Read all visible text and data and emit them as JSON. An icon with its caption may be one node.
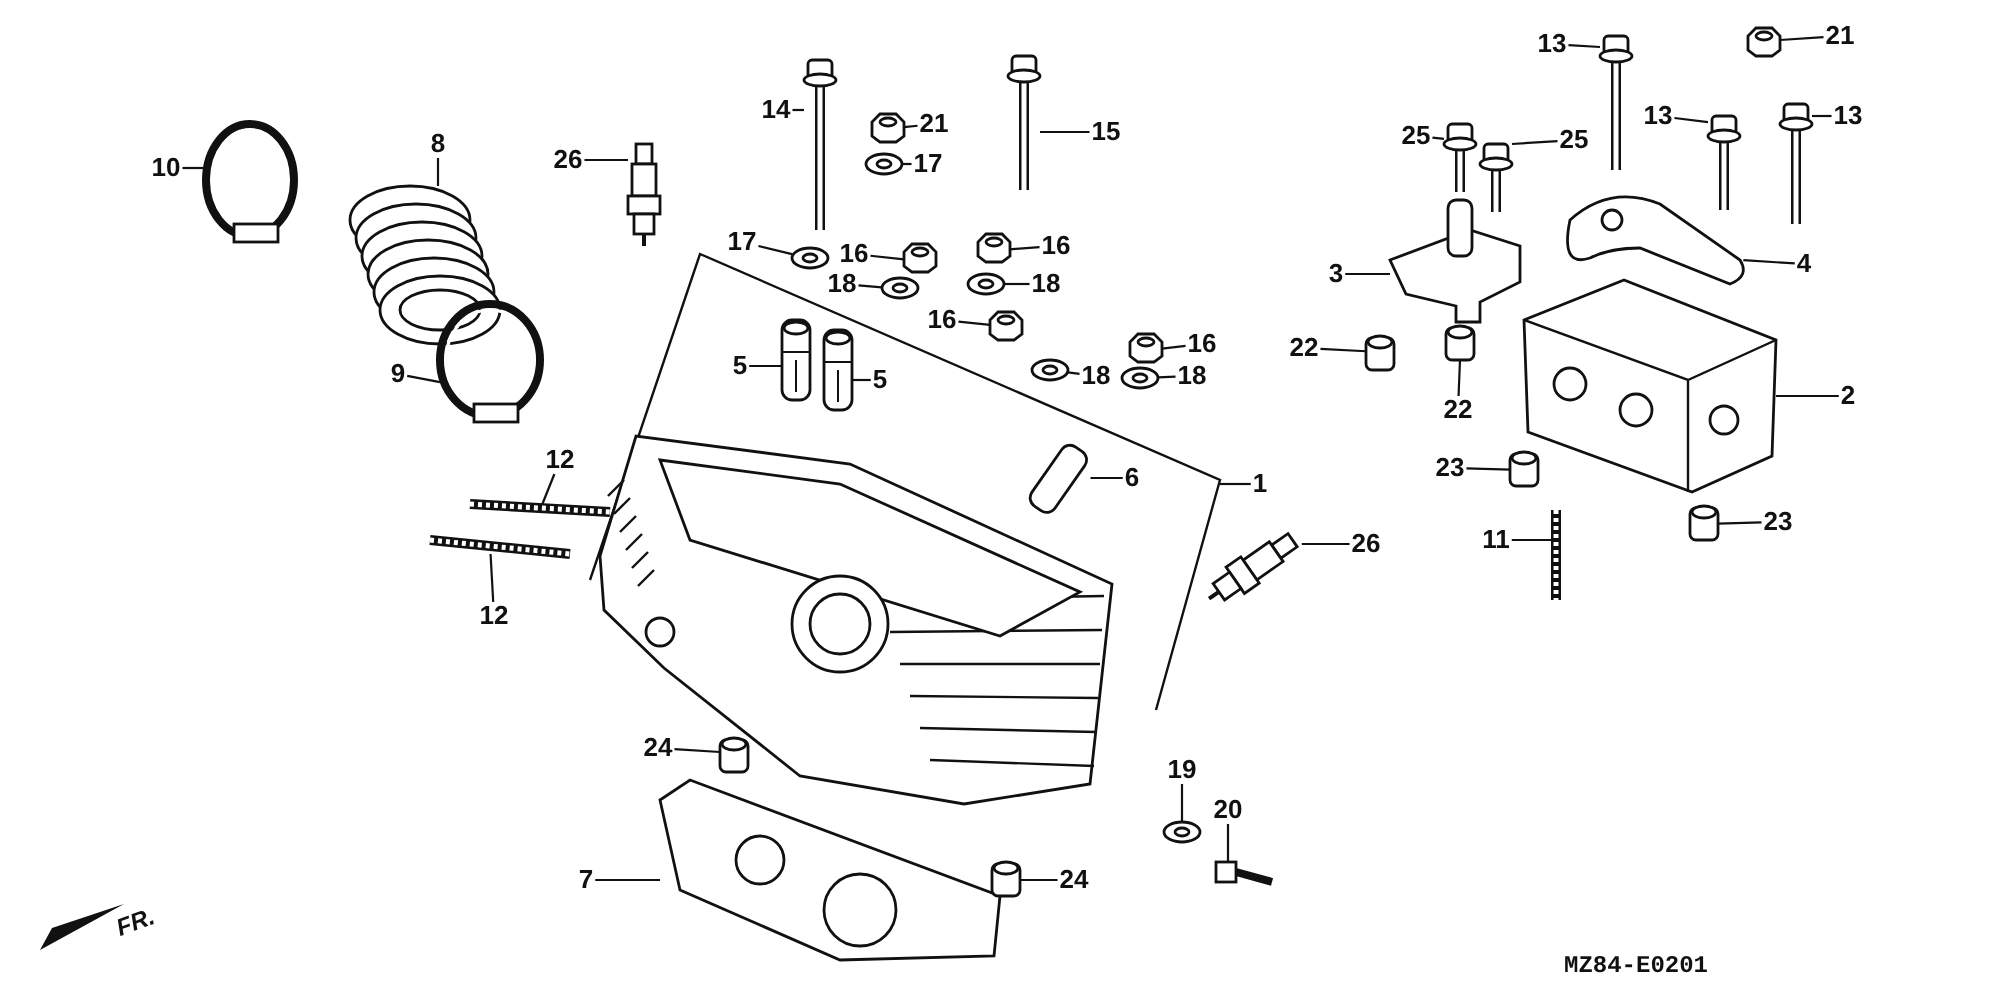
{
  "diagram": {
    "nodes": [
      {
        "text": [
          "10"
        ]
      },
      {
        "text": [
          "8"
        ]
      },
      {
        "text": [
          "26"
        ]
      },
      {
        "text": [
          "14"
        ]
      },
      {
        "text": [
          "21"
        ]
      },
      {
        "text": [
          "17"
        ]
      },
      {
        "text": [
          "15"
        ]
      },
      {
        "text": [
          "17"
        ]
      },
      {
        "text": [
          "16"
        ]
      },
      {
        "text": [
          "18"
        ]
      },
      {
        "text": [
          "16"
        ]
      },
      {
        "text": [
          "18"
        ]
      },
      {
        "text": [
          "16"
        ]
      },
      {
        "text": [
          "16"
        ]
      },
      {
        "text": [
          "18"
        ]
      },
      {
        "text": [
          "18"
        ]
      },
      {
        "text": [
          "5"
        ]
      },
      {
        "text": [
          "5"
        ]
      },
      {
        "text": [
          "9"
        ]
      },
      {
        "text": [
          "6"
        ]
      },
      {
        "text": [
          "1"
        ]
      },
      {
        "text": [
          "12"
        ]
      },
      {
        "text": [
          "12"
        ]
      },
      {
        "text": [
          "26"
        ]
      },
      {
        "text": [
          "24"
        ]
      },
      {
        "text": [
          "7"
        ]
      },
      {
        "text": [
          "24"
        ]
      },
      {
        "text": [
          "19"
        ]
      },
      {
        "text": [
          "20"
        ]
      },
      {
        "text": [
          "13"
        ]
      },
      {
        "text": [
          "21"
        ]
      },
      {
        "text": [
          "25"
        ]
      },
      {
        "text": [
          "25"
        ]
      },
      {
        "text": [
          "13"
        ]
      },
      {
        "text": [
          "13"
        ]
      },
      {
        "text": [
          "3"
        ]
      },
      {
        "text": [
          "4"
        ]
      },
      {
        "text": [
          "22"
        ]
      },
      {
        "text": [
          "22"
        ]
      },
      {
        "text": [
          "2"
        ]
      },
      {
        "text": [
          "23"
        ]
      },
      {
        "text": [
          "11"
        ]
      },
      {
        "text": [
          "23"
        ]
      },
      {
        "text": [],
        "shape": "picture"
      },
      {
        "text": [],
        "shape": "picture"
      },
      {
        "text": [],
        "shape": "picture"
      },
      {
        "text": [],
        "shape": "picture"
      },
      {
        "text": [],
        "shape": "picture"
      },
      {
        "text": [],
        "shape": "picture"
      },
      {
        "text": [],
        "shape": "picture"
      },
      {
        "text": [],
        "shape": "picture"
      },
      {
        "text": [],
        "shape": "picture"
      },
      {
        "text": [],
        "shape": "picture"
      },
      {
        "text": [],
        "shape": "picture"
      },
      {
        "text": [],
        "shape": "picture"
      },
      {
        "text": [],
        "shape": "picture"
      },
      {
        "text": [],
        "shape": "picture"
      },
      {
        "text": [],
        "shape": "picture"
      },
      {
        "text": [],
        "shape": "picture"
      },
      {
        "text": [],
        "shape": "picture"
      },
      {
        "text": [],
        "shape": "picture"
      },
      {
        "text": [],
        "shape": "picture"
      },
      {
        "text": [],
        "shape": "picture"
      },
      {
        "text": [],
        "shape": "picture"
      },
      {
        "text": [],
        "shape": "picture"
      },
      {
        "text": [],
        "shape": "picture"
      },
      {
        "text": [],
        "shape": "picture"
      },
      {
        "text": [],
        "shape": "picture"
      },
      {
        "text": [],
        "shape": "picture"
      },
      {
        "text": [],
        "shape": "picture"
      },
      {
        "text": [],
        "shape": "picture"
      },
      {
        "text": [],
        "shape": "picture"
      },
      {
        "text": [],
        "shape": "picture"
      },
      {
        "text": [],
        "shape": "picture"
      },
      {
        "text": [],
        "shape": "picture"
      },
      {
        "text": [],
        "shape": "picture"
      },
      {
        "text": [],
        "shape": "picture"
      },
      {
        "text": [],
        "shape": "picture"
      },
      {
        "text": [],
        "shape": "picture"
      },
      {
        "text": [],
        "shape": "picture"
      },
      {
        "text": [],
        "shape": "picture"
      },
      {
        "text": [],
        "shape": "picture"
      },
      {
        "text": [],
        "shape": "picture"
      },
      {
        "text": [],
        "shape": "picture"
      },
      {
        "text": [],
        "shape": "picture"
      },
      {
        "text": [],
        "shape": "picture"
      }
    ],
    "edges": [
      {
        "from": 0,
        "to": 43,
        "arrow": "none"
      },
      {
        "from": 1,
        "to": 44,
        "arrow": "none"
      },
      {
        "from": 2,
        "to": 45,
        "arrow": "none"
      },
      {
        "from": 3,
        "to": 46,
        "arrow": "none"
      },
      {
        "from": 4,
        "to": 47,
        "arrow": "none"
      },
      {
        "from": 5,
        "to": 48,
        "arrow": "none"
      },
      {
        "from": 6,
        "to": 49,
        "arrow": "none"
      },
      {
        "from": 7,
        "to": 50,
        "arrow": "none"
      },
      {
        "from": 8,
        "to": 51,
        "arrow": "none"
      },
      {
        "from": 9,
        "to": 52,
        "arrow": "none"
      },
      {
        "from": 10,
        "to": 53,
        "arrow": "none"
      },
      {
        "from": 11,
        "to": 54,
        "arrow": "none"
      },
      {
        "from": 12,
        "to": 55,
        "arrow": "none"
      },
      {
        "from": 13,
        "to": 56,
        "arrow": "none"
      },
      {
        "from": 14,
        "to": 57,
        "arrow": "none"
      },
      {
        "from": 15,
        "to": 58,
        "arrow": "none"
      },
      {
        "from": 16,
        "to": 59,
        "arrow": "none"
      },
      {
        "from": 17,
        "to": 60,
        "arrow": "none"
      },
      {
        "from": 18,
        "to": 61,
        "arrow": "none"
      },
      {
        "from": 19,
        "to": 62,
        "arrow": "none"
      },
      {
        "from": 20,
        "to": 63,
        "arrow": "none"
      },
      {
        "from": 21,
        "to": 64,
        "arrow": "none"
      },
      {
        "from": 22,
        "to": 65,
        "arrow": "none"
      },
      {
        "from": 23,
        "to": 66,
        "arrow": "none"
      },
      {
        "from": 24,
        "to": 67,
        "arrow": "none"
      },
      {
        "from": 25,
        "to": 68,
        "arrow": "none"
      },
      {
        "from": 26,
        "to": 69,
        "arrow": "none"
      },
      {
        "from": 27,
        "to": 70,
        "arrow": "none"
      },
      {
        "from": 28,
        "to": 71,
        "arrow": "none"
      },
      {
        "from": 29,
        "to": 72,
        "arrow": "none"
      },
      {
        "from": 30,
        "to": 73,
        "arrow": "none"
      },
      {
        "from": 31,
        "to": 74,
        "arrow": "none"
      },
      {
        "from": 32,
        "to": 75,
        "arrow": "none"
      },
      {
        "from": 33,
        "to": 76,
        "arrow": "none"
      },
      {
        "from": 34,
        "to": 77,
        "arrow": "none"
      },
      {
        "from": 35,
        "to": 78,
        "arrow": "none"
      },
      {
        "from": 36,
        "to": 79,
        "arrow": "none"
      },
      {
        "from": 37,
        "to": 80,
        "arrow": "none"
      },
      {
        "from": 38,
        "to": 81,
        "arrow": "none"
      },
      {
        "from": 39,
        "to": 82,
        "arrow": "none"
      },
      {
        "from": 40,
        "to": 83,
        "arrow": "none"
      },
      {
        "from": 41,
        "to": 84,
        "arrow": "none"
      },
      {
        "from": 42,
        "to": 85,
        "arrow": "none"
      }
    ],
    "labels": [
      "FR.",
      "MZ84-E0201"
    ]
  }
}
